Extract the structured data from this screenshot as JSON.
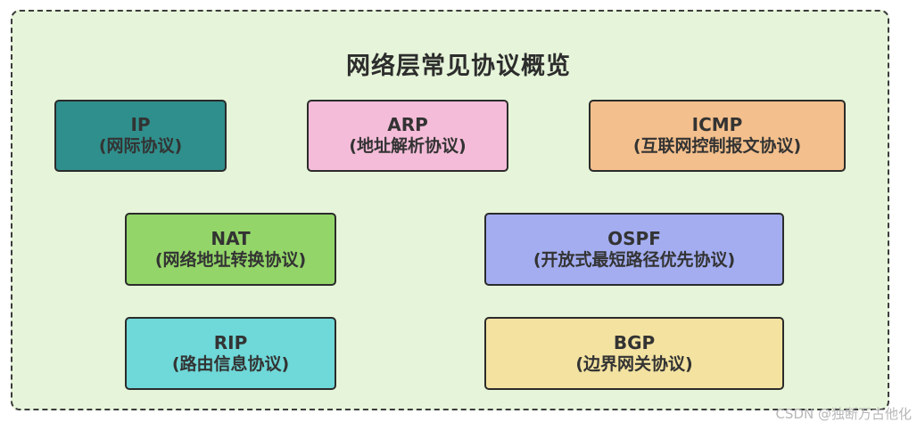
{
  "diagram": {
    "title": "网络层常见协议概览",
    "protocols": [
      {
        "abbr": "IP",
        "full": "(网际协议)",
        "color": "#2f8f8c"
      },
      {
        "abbr": "ARP",
        "full": "(地址解析协议)",
        "color": "#f4bcd8"
      },
      {
        "abbr": "ICMP",
        "full": "(互联网控制报文协议)",
        "color": "#f3bf8c"
      },
      {
        "abbr": "NAT",
        "full": "(网络地址转换协议)",
        "color": "#93d569"
      },
      {
        "abbr": "OSPF",
        "full": "(开放式最短路径优先协议)",
        "color": "#a3adf0"
      },
      {
        "abbr": "RIP",
        "full": "(路由信息协议)",
        "color": "#6fd8d8"
      },
      {
        "abbr": "BGP",
        "full": "(边界网关协议)",
        "color": "#f3e2a0"
      }
    ],
    "frame_color": "#e6f5d9"
  },
  "watermark": "CSDN @独断万古他化"
}
